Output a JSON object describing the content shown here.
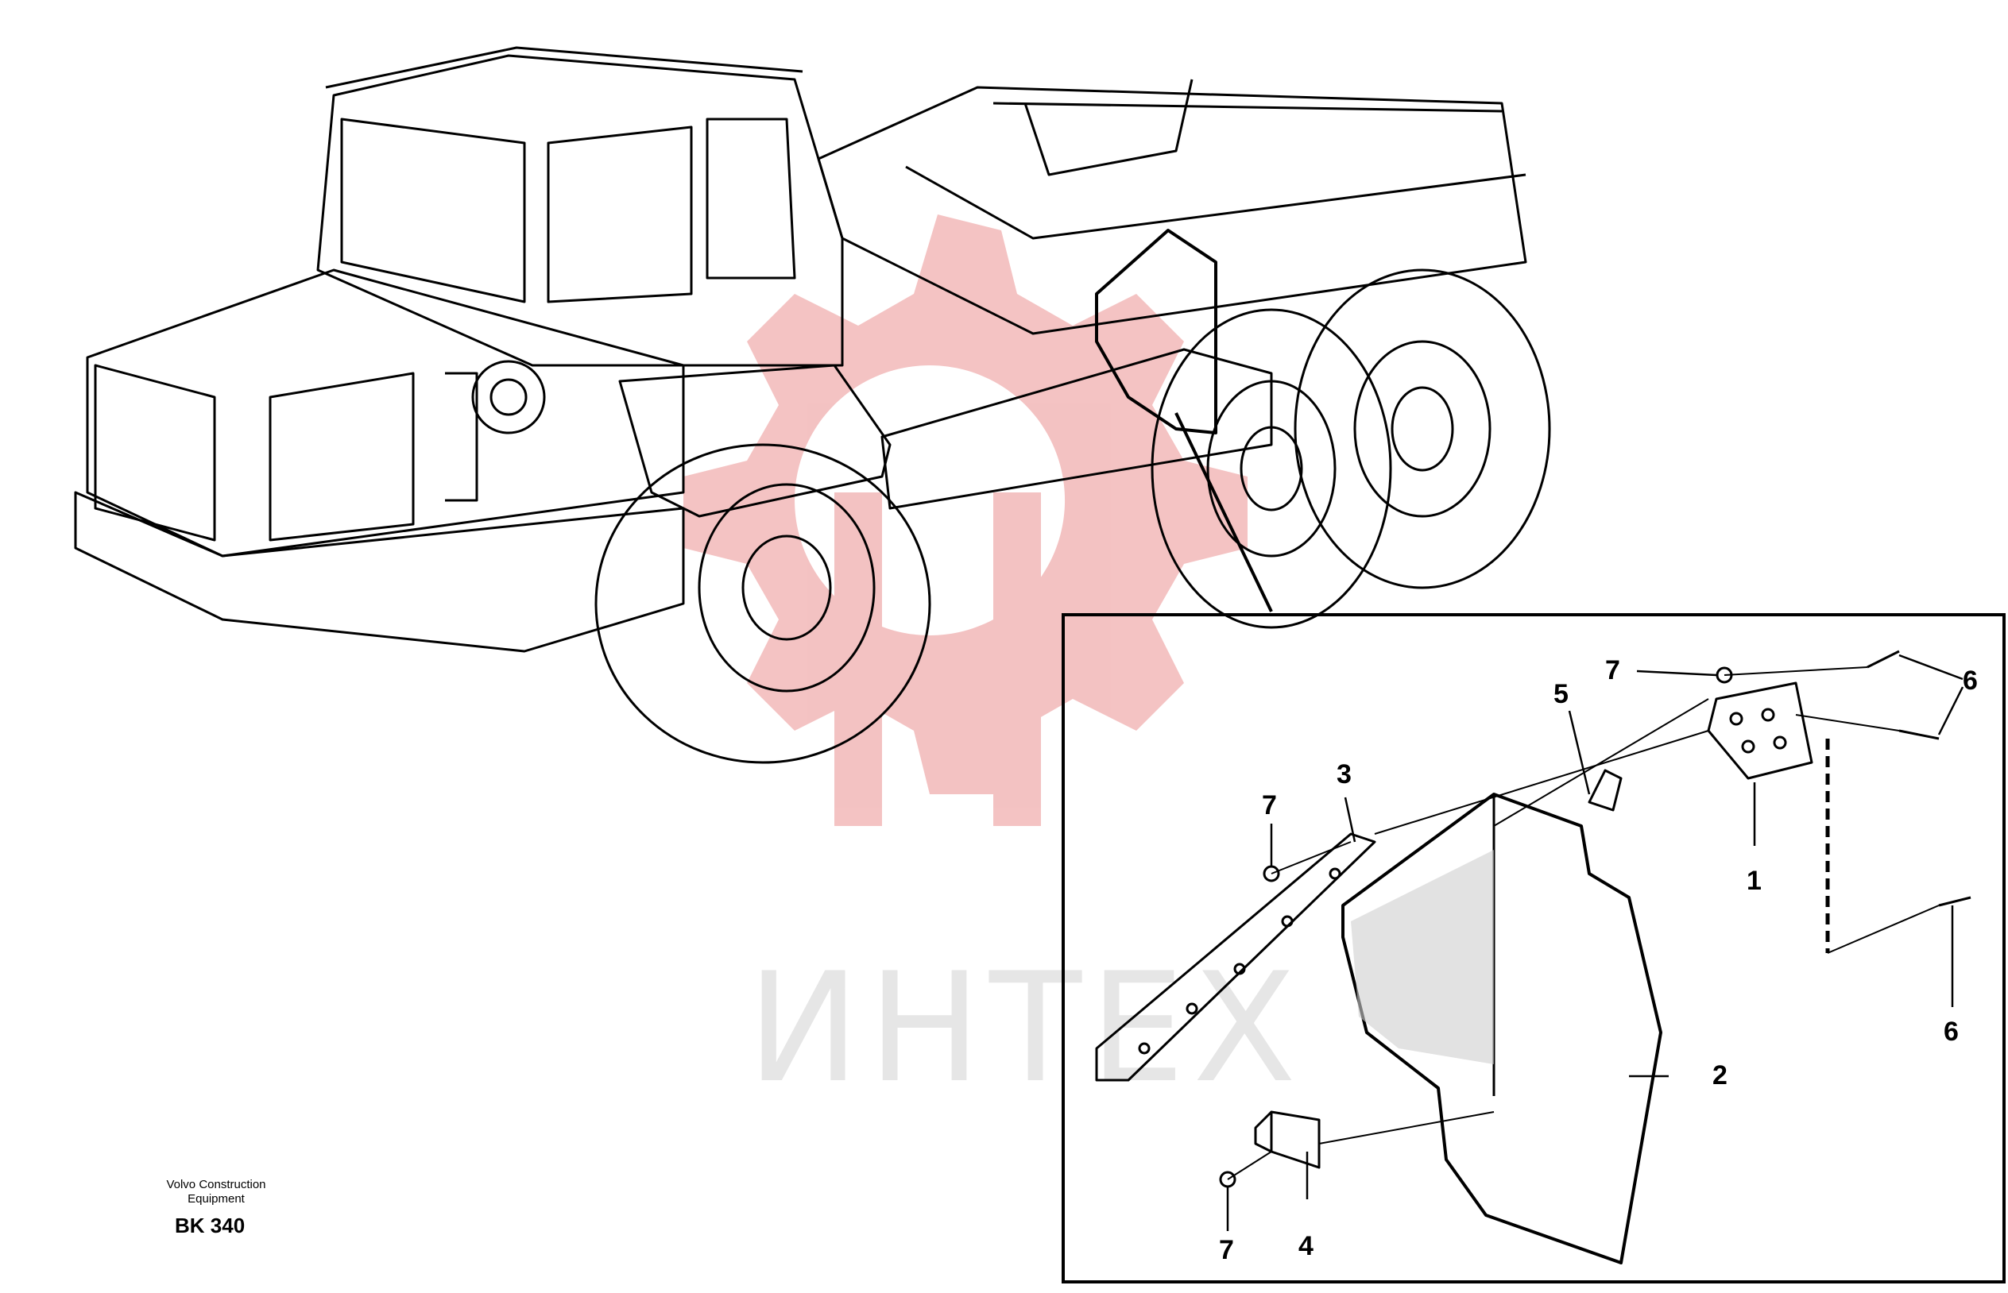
{
  "credit": {
    "line1": "Volvo Construction",
    "line2": "Equipment"
  },
  "diagram_code": "BK 340",
  "watermark": {
    "text": "ИНТЕХ",
    "color": "#f2b8b8"
  },
  "callouts": {
    "c1": "1",
    "c2": "2",
    "c3": "3",
    "c4": "4",
    "c5": "5",
    "c6a": "6",
    "c6b": "6",
    "c7a": "7",
    "c7b": "7",
    "c7c": "7"
  },
  "colors": {
    "line": "#000000",
    "watermark": "#f2b8b8",
    "background": "#ffffff"
  }
}
